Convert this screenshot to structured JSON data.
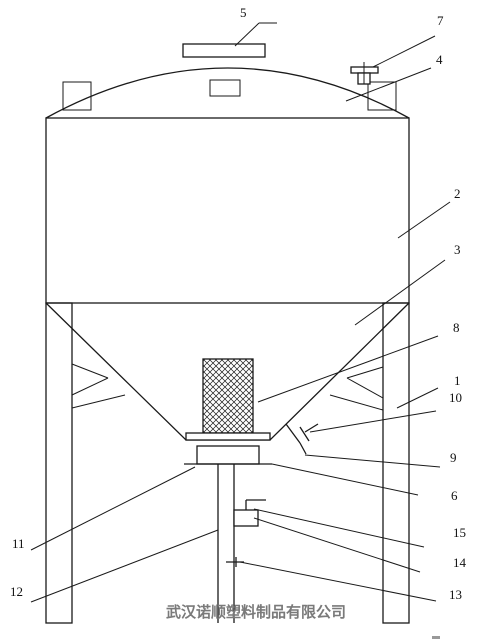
{
  "labels": {
    "l1": "1",
    "l2": "2",
    "l3": "3",
    "l4": "4",
    "l5": "5",
    "l6": "6",
    "l7": "7",
    "l8": "8",
    "l9": "9",
    "l10": "10",
    "l11": "11",
    "l12": "12",
    "l13": "13",
    "l14": "14",
    "l15": "15"
  },
  "watermark": "武汉诺顺塑料制品有限公司"
}
